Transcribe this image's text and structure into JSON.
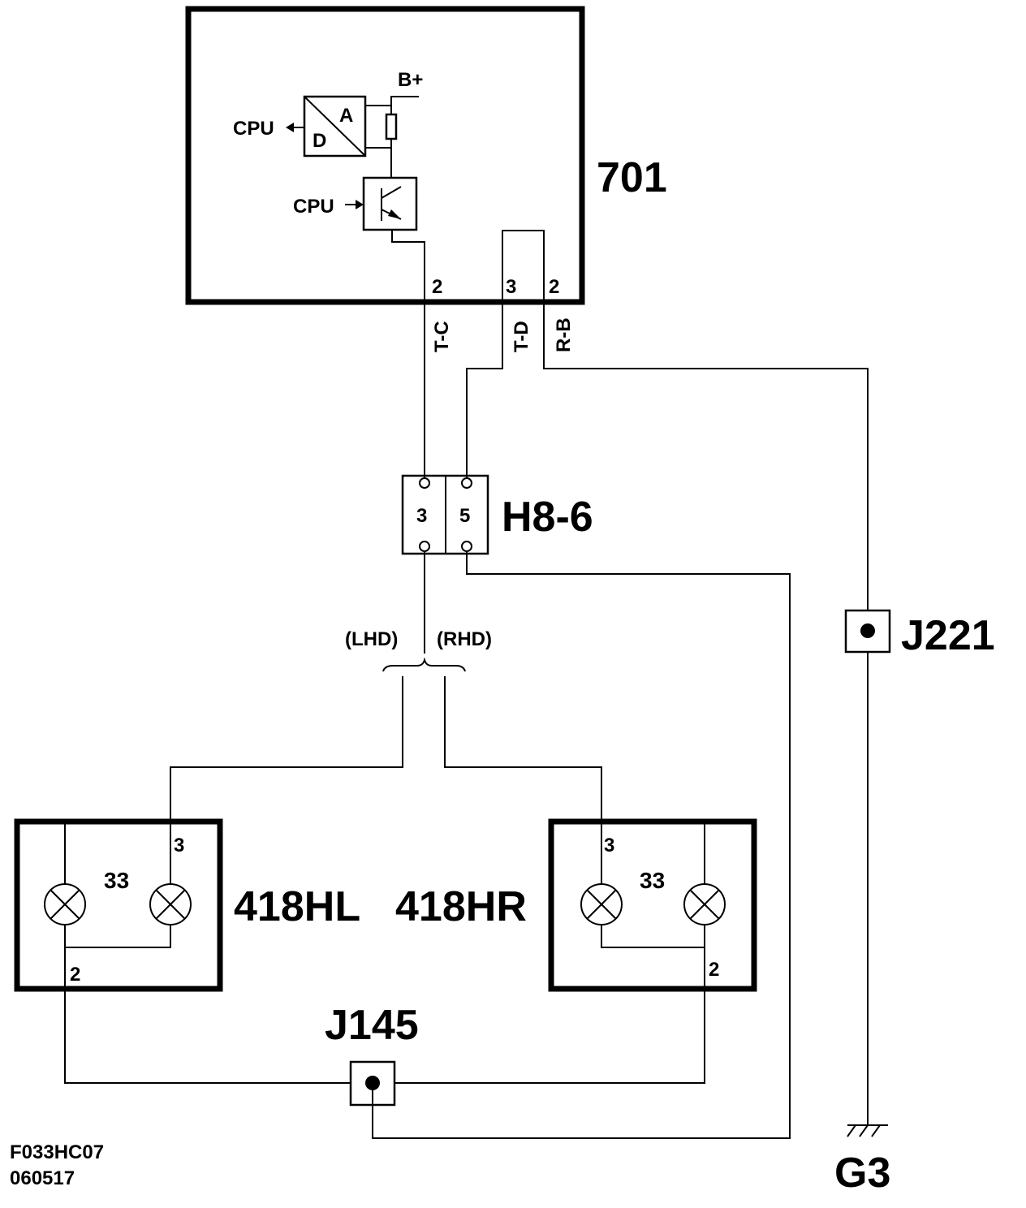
{
  "components": {
    "module": {
      "id": "701"
    },
    "connector": {
      "id": "H8-6",
      "pin_left": "3",
      "pin_right": "5"
    },
    "junction_top": {
      "id": "J221"
    },
    "junction_bottom": {
      "id": "J145"
    },
    "ground": {
      "id": "G3"
    },
    "lamp_left": {
      "id": "418HL",
      "bulb_code": "33",
      "pin_top": "3",
      "pin_bottom": "2"
    },
    "lamp_right": {
      "id": "418HR",
      "bulb_code": "33",
      "pin_top": "3",
      "pin_bottom": "2"
    }
  },
  "module_internal": {
    "supply": "B+",
    "adc_label": "CPU",
    "driver_label": "CPU",
    "adc_a": "A",
    "adc_d": "D"
  },
  "module_pins": {
    "pin_tc": "2",
    "pin_td": "3",
    "pin_rb": "2"
  },
  "wire_colors": {
    "tc": "T-C",
    "td": "T-D",
    "rb": "R-B"
  },
  "variants": {
    "lhd": "(LHD)",
    "rhd": "(RHD)"
  },
  "figure_code": {
    "line1": "F033HC07",
    "line2": "060517"
  }
}
